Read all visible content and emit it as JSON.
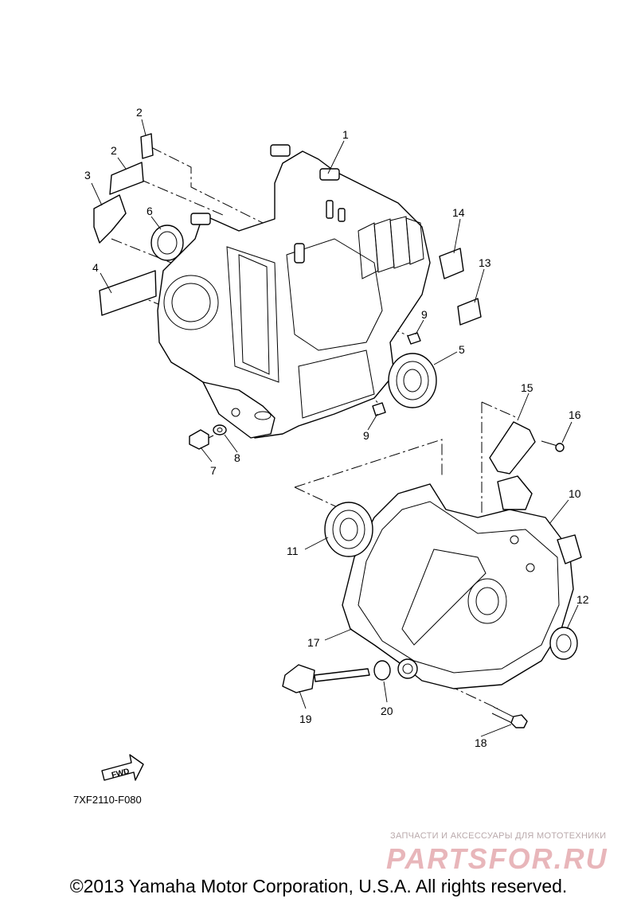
{
  "diagram_code": "7XF2110-F080",
  "fwd_label": "FWD",
  "callouts": {
    "c1": "1",
    "c2a": "2",
    "c2b": "2",
    "c3": "3",
    "c4": "4",
    "c5": "5",
    "c6": "6",
    "c7": "7",
    "c8": "8",
    "c9a": "9",
    "c9b": "9",
    "c10": "10",
    "c11": "11",
    "c12": "12",
    "c13": "13",
    "c14": "14",
    "c15": "15",
    "c16": "16",
    "c17": "17",
    "c18": "18",
    "c19": "19",
    "c20": "20"
  },
  "watermark": {
    "tagline": "ЗАПЧАСТИ И АКСЕССУАРЫ ДЛЯ МОТОТЕХНИКИ",
    "logo": "PARTSFOR.RU"
  },
  "copyright": "©2013 Yamaha Motor Corporation, U.S.A. All rights reserved."
}
